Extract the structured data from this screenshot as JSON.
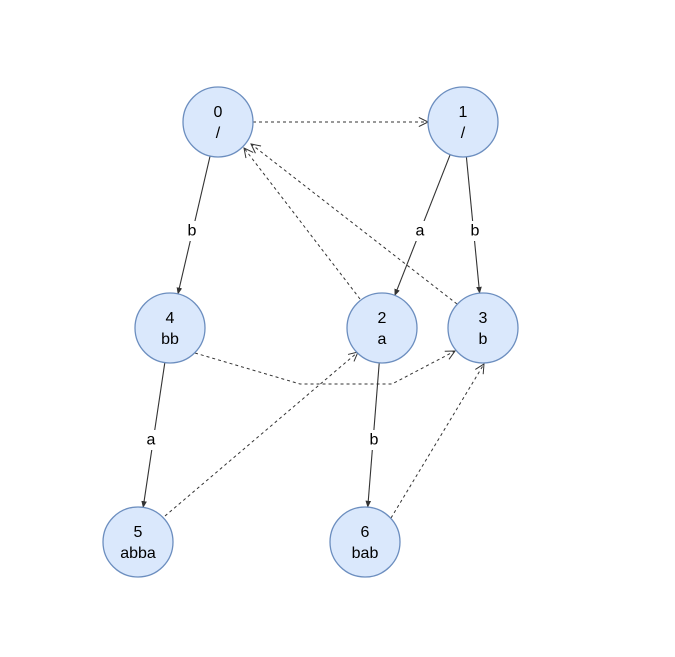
{
  "diagram": {
    "nodes": [
      {
        "id": "n0",
        "number": "0",
        "label": "/"
      },
      {
        "id": "n1",
        "number": "1",
        "label": "/"
      },
      {
        "id": "n2",
        "number": "2",
        "label": "a"
      },
      {
        "id": "n3",
        "number": "3",
        "label": "b"
      },
      {
        "id": "n4",
        "number": "4",
        "label": "bb"
      },
      {
        "id": "n5",
        "number": "5",
        "label": "abba"
      },
      {
        "id": "n6",
        "number": "6",
        "label": "bab"
      }
    ],
    "edges": [
      {
        "from": "n0",
        "to": "n4",
        "label": "b",
        "style": "solid"
      },
      {
        "from": "n1",
        "to": "n2",
        "label": "a",
        "style": "solid"
      },
      {
        "from": "n1",
        "to": "n3",
        "label": "b",
        "style": "solid"
      },
      {
        "from": "n4",
        "to": "n5",
        "label": "a",
        "style": "solid"
      },
      {
        "from": "n2",
        "to": "n6",
        "label": "b",
        "style": "solid"
      },
      {
        "from": "n0",
        "to": "n1",
        "label": "",
        "style": "dashed"
      },
      {
        "from": "n2",
        "to": "n0",
        "label": "",
        "style": "dashed"
      },
      {
        "from": "n3",
        "to": "n0",
        "label": "",
        "style": "dashed"
      },
      {
        "from": "n4",
        "to": "n3",
        "label": "",
        "style": "dashed"
      },
      {
        "from": "n5",
        "to": "n2",
        "label": "",
        "style": "dashed"
      },
      {
        "from": "n6",
        "to": "n3",
        "label": "",
        "style": "dashed"
      }
    ]
  }
}
